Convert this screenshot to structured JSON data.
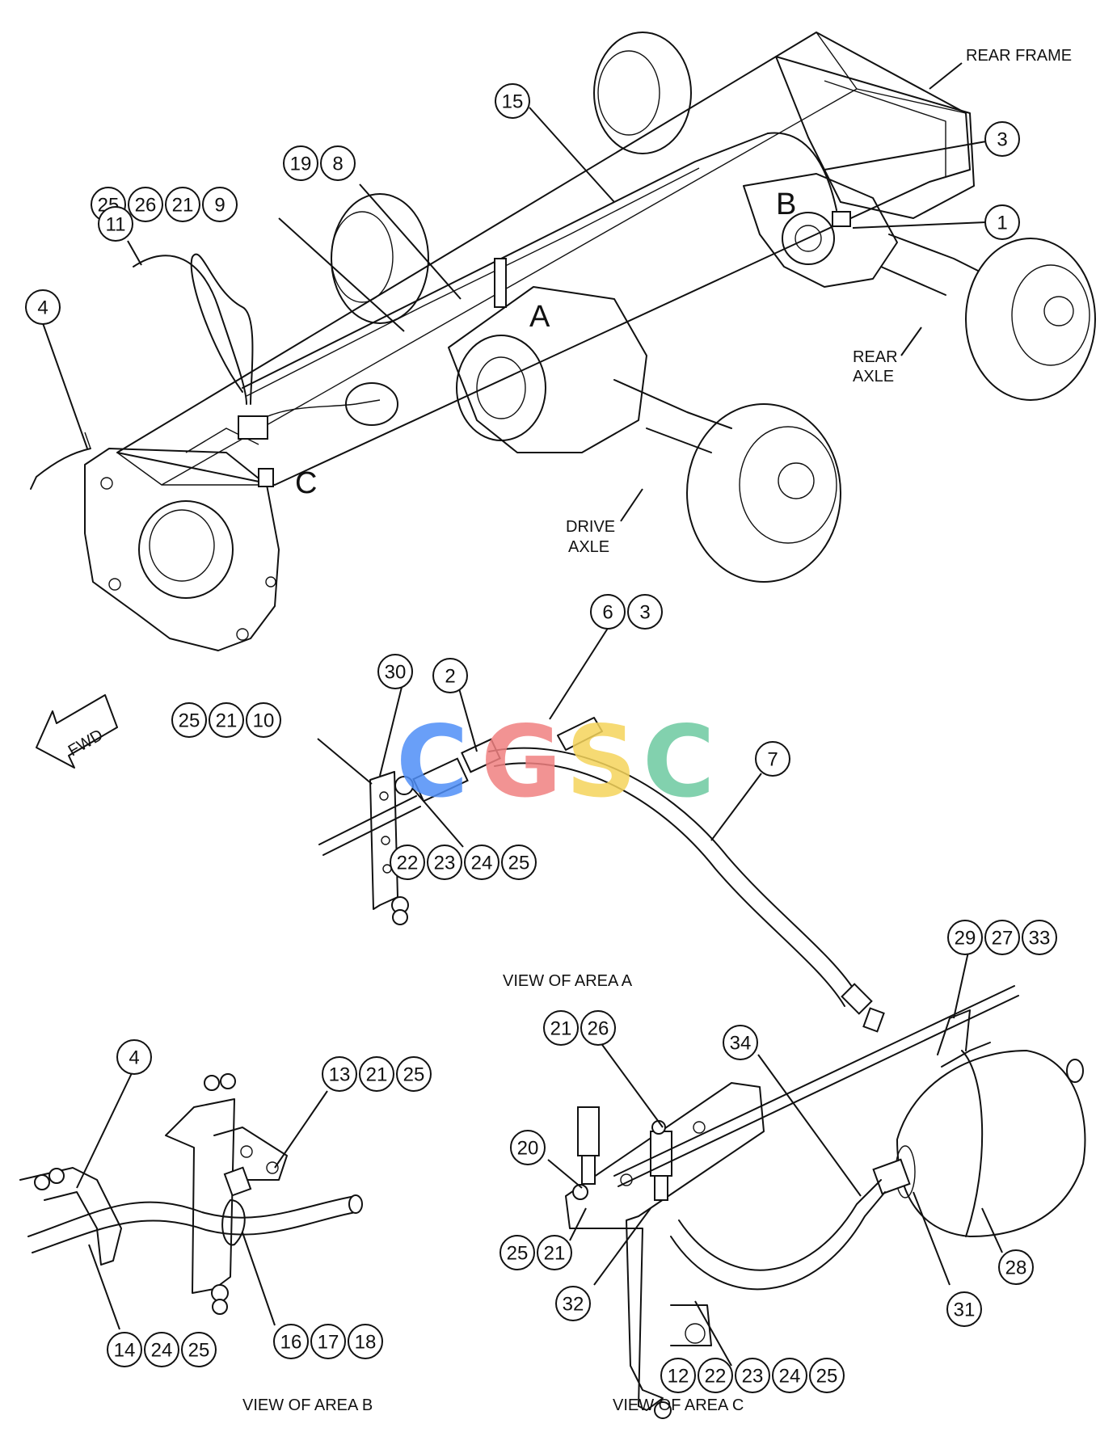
{
  "labels": {
    "rear_frame": "REAR FRAME",
    "rear_axle_1": "REAR",
    "rear_axle_2": "AXLE",
    "drive_axle_1": "DRIVE",
    "drive_axle_2": "AXLE",
    "area_a": "A",
    "area_b": "B",
    "area_c": "C",
    "fwd": "FWD",
    "view_a": "VIEW OF AREA A",
    "view_b": "VIEW OF AREA B",
    "view_c": "VIEW OF AREA C"
  },
  "watermark": {
    "letters": [
      "C",
      "G",
      "S",
      "C"
    ],
    "colors": [
      "#4f8ef7",
      "#f08080",
      "#f5d45a",
      "#6cc9a0"
    ]
  },
  "callouts": {
    "rear_frame": [
      "3"
    ],
    "rear_b": [
      "1"
    ],
    "line_15": [
      "15"
    ],
    "top_19_8": [
      "19",
      "8"
    ],
    "top_25_26_21_9": [
      "25",
      "26",
      "21",
      "9"
    ],
    "top_11": [
      "11"
    ],
    "top_4": [
      "4"
    ],
    "a_6_3": [
      "6",
      "3"
    ],
    "a_30": [
      "30"
    ],
    "a_2": [
      "2"
    ],
    "a_25_21_10": [
      "25",
      "21",
      "10"
    ],
    "a_7": [
      "7"
    ],
    "a_22_23_24_25": [
      "22",
      "23",
      "24",
      "25"
    ],
    "c_29_27_33": [
      "29",
      "27",
      "33"
    ],
    "c_21_26": [
      "21",
      "26"
    ],
    "c_34": [
      "34"
    ],
    "c_20": [
      "20"
    ],
    "c_25_21": [
      "25",
      "21"
    ],
    "c_32": [
      "32"
    ],
    "c_28": [
      "28"
    ],
    "c_31": [
      "31"
    ],
    "c_12_22_23_24_25": [
      "12",
      "22",
      "23",
      "24",
      "25"
    ],
    "b_4": [
      "4"
    ],
    "b_13_21_25": [
      "13",
      "21",
      "25"
    ],
    "b_14_24_25": [
      "14",
      "24",
      "25"
    ],
    "b_16_17_18": [
      "16",
      "17",
      "18"
    ]
  }
}
